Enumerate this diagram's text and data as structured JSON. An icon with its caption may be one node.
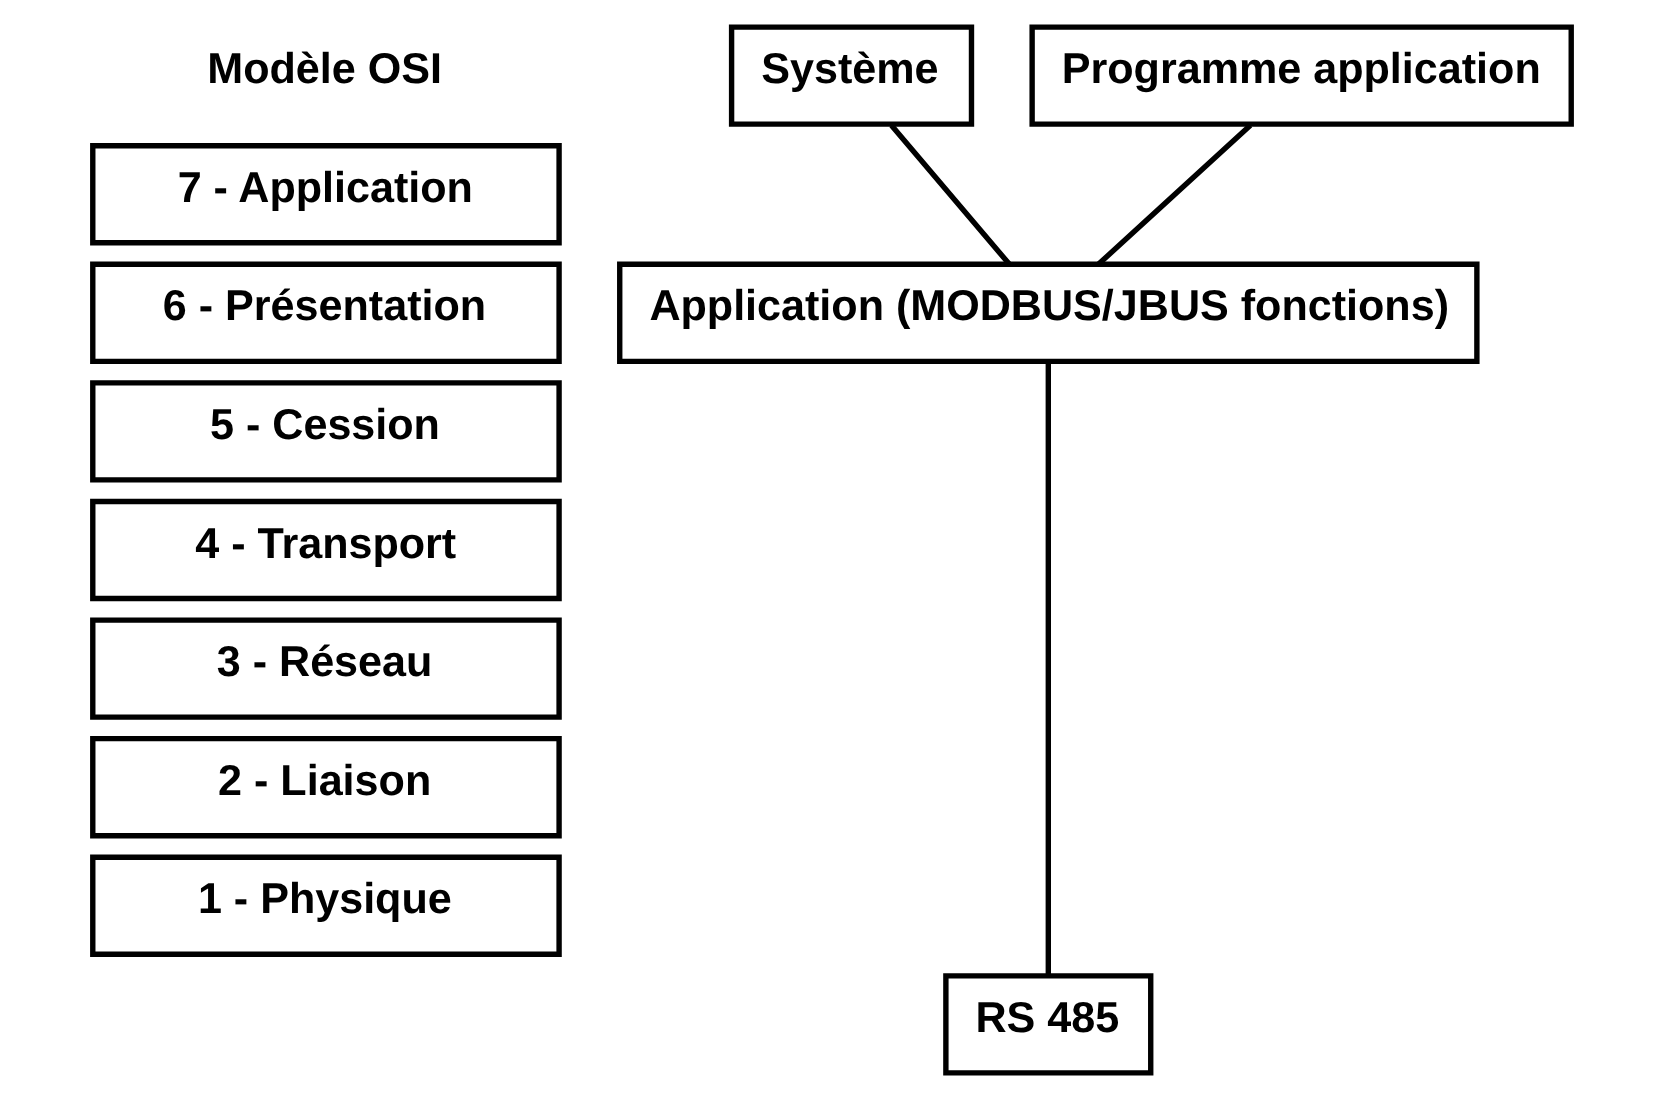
{
  "diagram": {
    "nodes": [
      {
        "text": [
          "Programme application"
        ]
      },
      {
        "text": [
          "Système"
        ]
      },
      {
        "text": [
          "7 - Application"
        ]
      },
      {
        "text": [
          "6 - Présentation"
        ]
      },
      {
        "text": [
          "5 - Cession"
        ]
      },
      {
        "text": [
          "4 - Transport"
        ]
      },
      {
        "text": [
          "3 - Réseau"
        ]
      },
      {
        "text": [
          "2 - Liaison"
        ]
      },
      {
        "text": [
          "1 - Physique"
        ]
      },
      {
        "text": [
          "Application (MODBUS/JBUS fonctions)"
        ]
      },
      {
        "text": [
          "RS 485"
        ]
      }
    ],
    "edges": [
      {
        "from": 1,
        "to": 9,
        "arrow": "none"
      },
      {
        "from": 0,
        "to": 9,
        "arrow": "none"
      },
      {
        "from": 9,
        "to": 10,
        "arrow": "none"
      }
    ],
    "labels": [
      "Modèle OSI"
    ]
  }
}
